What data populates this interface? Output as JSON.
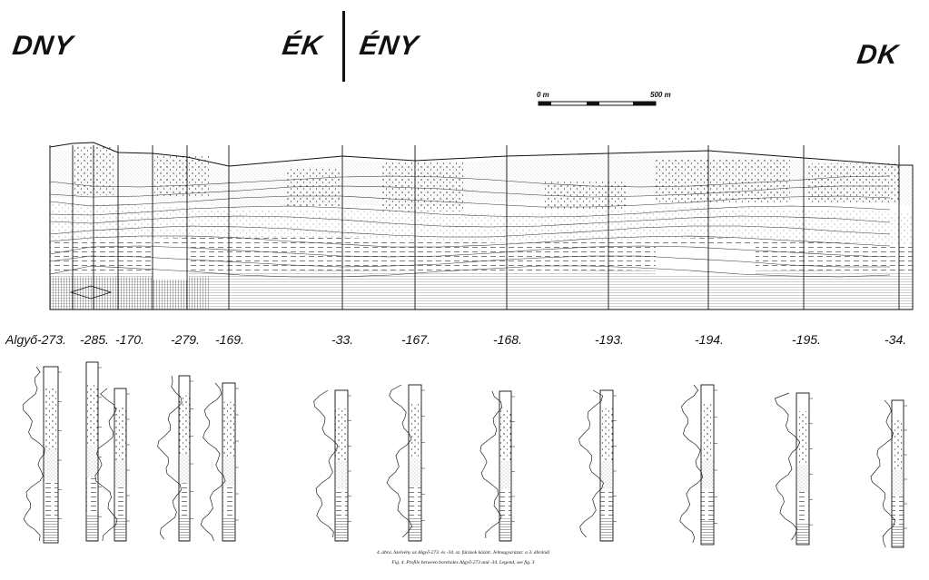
{
  "directions": {
    "left": "DNY",
    "center_left": "ÉK",
    "center_right": "ÉNY",
    "right": "DK"
  },
  "scale_bar": {
    "start_label": "0 m",
    "end_label": "500 m"
  },
  "wells": [
    {
      "label": "Algyő-273."
    },
    {
      "label": "-285."
    },
    {
      "label": "-170."
    },
    {
      "label": "-279."
    },
    {
      "label": "-169."
    },
    {
      "label": "-33."
    },
    {
      "label": "-167."
    },
    {
      "label": "-168."
    },
    {
      "label": "-193."
    },
    {
      "label": "-194."
    },
    {
      "label": "-195."
    },
    {
      "label": "-34."
    }
  ],
  "caption": {
    "line1": "4. ábra. Szelvény az Algyő-273. és -34. sz. fúrások között. Jelmagyarázat: a 3. ábránál",
    "line2": "Fig. 4. Profile between boreholes Algyő-273 and -34. Legend, see fig. 3"
  }
}
